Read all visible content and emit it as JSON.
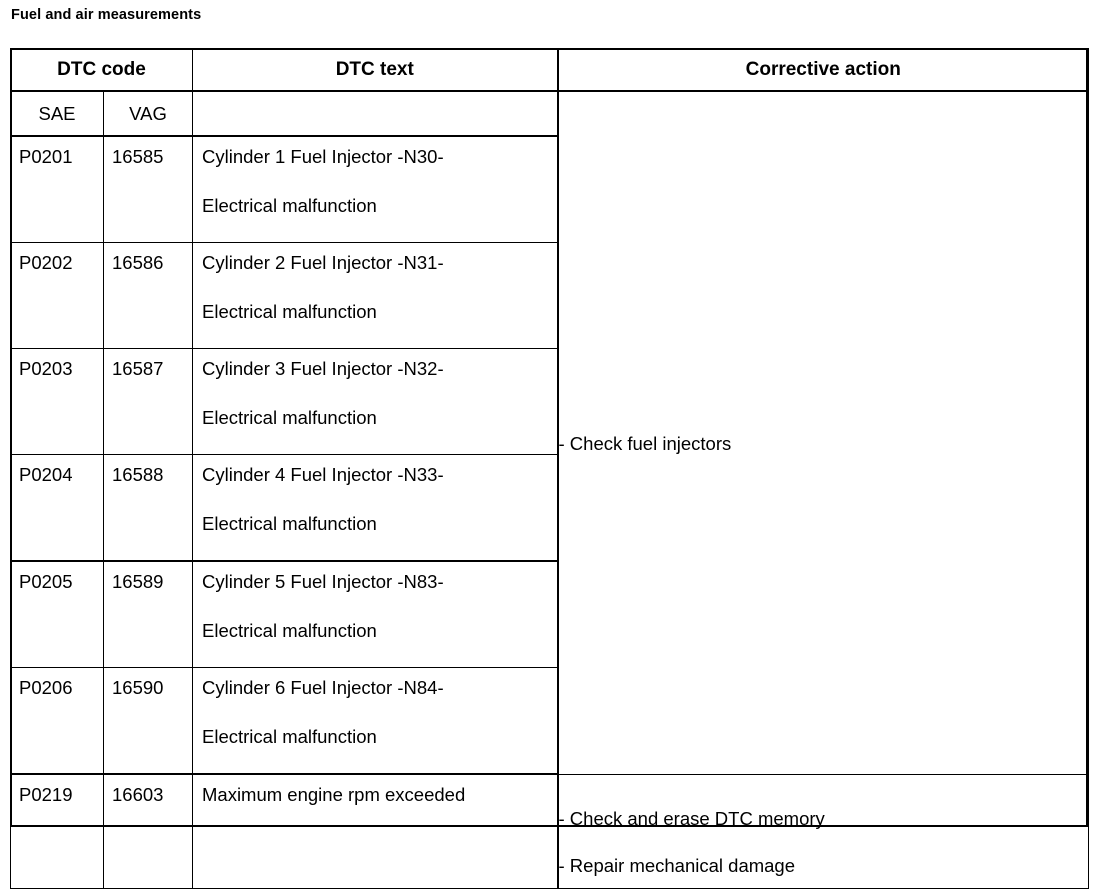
{
  "document": {
    "title": "Fuel and air measurements"
  },
  "table": {
    "headers": {
      "group_code": "DTC code",
      "dtc_text": "DTC text",
      "corrective_action": "Corrective action"
    },
    "subheaders": {
      "sae": "SAE",
      "vag": "VAG",
      "dtc_text_blank": "",
      "corrective_blank": ""
    },
    "rows": [
      {
        "sae": "P0201",
        "vag": "16585",
        "text_line1": "Cylinder 1 Fuel Injector -N30-",
        "text_line2": "Electrical malfunction"
      },
      {
        "sae": "P0202",
        "vag": "16586",
        "text_line1": "Cylinder 2 Fuel Injector -N31-",
        "text_line2": "Electrical malfunction"
      },
      {
        "sae": "P0203",
        "vag": "16587",
        "text_line1": "Cylinder 3 Fuel Injector -N32-",
        "text_line2": "Electrical malfunction"
      },
      {
        "sae": "P0204",
        "vag": "16588",
        "text_line1": "Cylinder 4 Fuel Injector -N33-",
        "text_line2": "Electrical malfunction"
      },
      {
        "sae": "P0205",
        "vag": "16589",
        "text_line1": "Cylinder 5 Fuel Injector -N83-",
        "text_line2": "Electrical malfunction"
      },
      {
        "sae": "P0206",
        "vag": "16590",
        "text_line1": "Cylinder 6 Fuel Injector -N84-",
        "text_line2": "Electrical malfunction"
      },
      {
        "sae": "P0219",
        "vag": "16603",
        "text_line1": "Maximum engine rpm exceeded",
        "text_line2": ""
      }
    ],
    "corrective_actions": {
      "injectors": "- Check fuel injectors",
      "rpm_line1": "- Check and erase DTC memory",
      "rpm_line2": "- Repair mechanical damage"
    }
  },
  "colors": {
    "ink": "#000000",
    "paper": "#ffffff"
  }
}
